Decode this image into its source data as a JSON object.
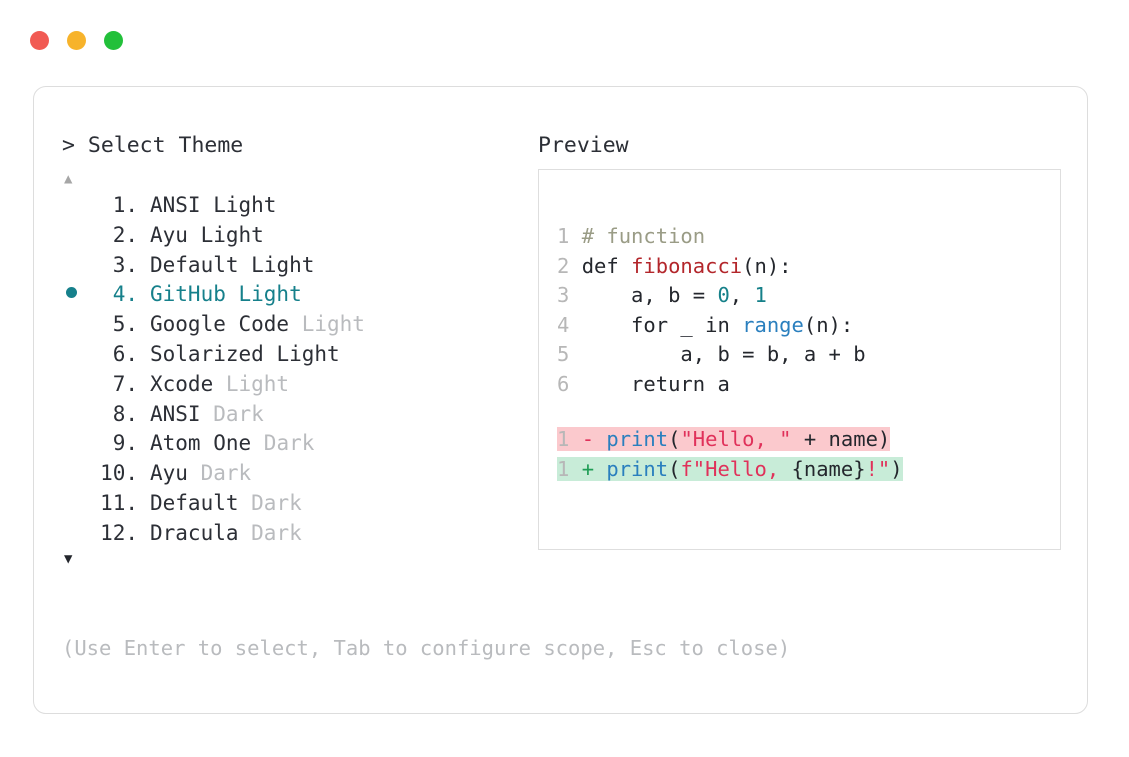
{
  "window": {
    "dots": [
      {
        "name": "close",
        "color": "#f15a53"
      },
      {
        "name": "minimize",
        "color": "#f7b32b"
      },
      {
        "name": "maximize",
        "color": "#22c03a"
      }
    ]
  },
  "left_panel": {
    "header": "> Select Theme",
    "scroll_up_icon": "▲",
    "scroll_down_icon": "▼",
    "selected_index": 4,
    "selected_bullet": "●",
    "items": [
      {
        "number": "1.",
        "name": "ANSI",
        "variant": "Light",
        "variant_dim": false
      },
      {
        "number": "2.",
        "name": "Ayu",
        "variant": "Light",
        "variant_dim": false
      },
      {
        "number": "3.",
        "name": "Default",
        "variant": "Light",
        "variant_dim": false
      },
      {
        "number": "4.",
        "name": "GitHub",
        "variant": "Light",
        "variant_dim": false
      },
      {
        "number": "5.",
        "name": "Google Code",
        "variant": "Light",
        "variant_dim": true
      },
      {
        "number": "6.",
        "name": "Solarized",
        "variant": "Light",
        "variant_dim": false
      },
      {
        "number": "7.",
        "name": "Xcode",
        "variant": "Light",
        "variant_dim": true
      },
      {
        "number": "8.",
        "name": "ANSI",
        "variant": "Dark",
        "variant_dim": true
      },
      {
        "number": "9.",
        "name": "Atom One",
        "variant": "Dark",
        "variant_dim": true
      },
      {
        "number": "10.",
        "name": "Ayu",
        "variant": "Dark",
        "variant_dim": true
      },
      {
        "number": "11.",
        "name": "Default",
        "variant": "Dark",
        "variant_dim": true
      },
      {
        "number": "12.",
        "name": "Dracula",
        "variant": "Dark",
        "variant_dim": true
      }
    ]
  },
  "right_panel": {
    "header": "Preview",
    "code_lines": [
      {
        "ln": "1",
        "tokens": [
          {
            "t": "# function",
            "c": "comment"
          }
        ]
      },
      {
        "ln": "2",
        "tokens": [
          {
            "t": "def ",
            "c": "kw"
          },
          {
            "t": "fibonacci",
            "c": "fn"
          },
          {
            "t": "(n):",
            "c": "plain"
          }
        ]
      },
      {
        "ln": "3",
        "tokens": [
          {
            "t": "    a, b = ",
            "c": "plain"
          },
          {
            "t": "0",
            "c": "num"
          },
          {
            "t": ", ",
            "c": "plain"
          },
          {
            "t": "1",
            "c": "num"
          }
        ]
      },
      {
        "ln": "4",
        "tokens": [
          {
            "t": "    for _ in ",
            "c": "plain"
          },
          {
            "t": "range",
            "c": "builtin"
          },
          {
            "t": "(n):",
            "c": "plain"
          }
        ]
      },
      {
        "ln": "5",
        "tokens": [
          {
            "t": "        a, b = b, a + b",
            "c": "plain"
          }
        ]
      },
      {
        "ln": "6",
        "tokens": [
          {
            "t": "    return a",
            "c": "plain"
          }
        ]
      }
    ],
    "diff_lines": [
      {
        "ln": "1",
        "marker": "-",
        "kind": "del",
        "tokens": [
          {
            "t": "print",
            "c": "builtin"
          },
          {
            "t": "(",
            "c": "plain"
          },
          {
            "t": "\"Hello, \"",
            "c": "str"
          },
          {
            "t": " + name)",
            "c": "plain"
          }
        ]
      },
      {
        "ln": "1",
        "marker": "+",
        "kind": "add",
        "tokens": [
          {
            "t": "print",
            "c": "builtin"
          },
          {
            "t": "(",
            "c": "plain"
          },
          {
            "t": "f\"Hello, ",
            "c": "str"
          },
          {
            "t": "{name}",
            "c": "plain"
          },
          {
            "t": "!\"",
            "c": "str"
          },
          {
            "t": ")",
            "c": "plain"
          }
        ]
      }
    ]
  },
  "footer": {
    "hint": "(Use Enter to select, Tab to configure scope, Esc to close)"
  },
  "colors": {
    "accent_teal": "#16808b",
    "dim_gray": "#b9bbbe",
    "text_dark": "#2c2f36",
    "diff_del_bg": "#fbc9cd",
    "diff_add_bg": "#c8ecd8",
    "string_red": "#e0315a",
    "builtin_blue": "#2a7fbe",
    "fn_red": "#b3262b",
    "comment_olive": "#9a9c86"
  }
}
